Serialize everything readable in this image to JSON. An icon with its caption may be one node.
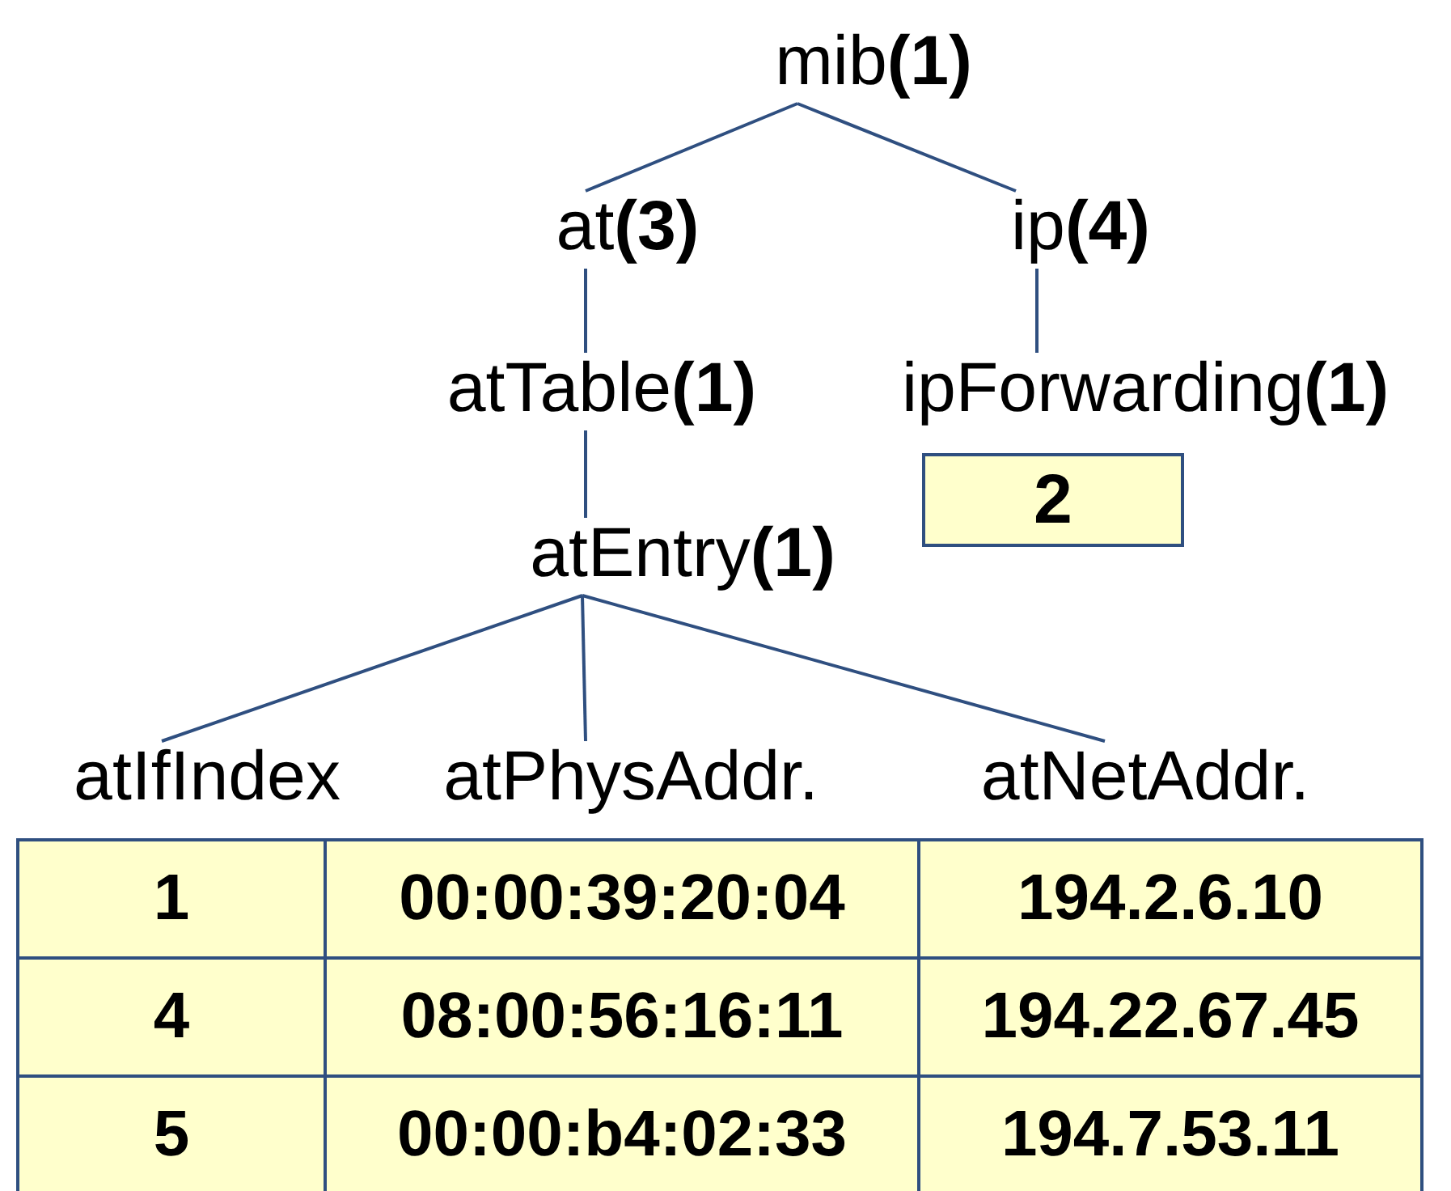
{
  "diagram": {
    "nodes": [
      {
        "text": [
          "mib**(1)**"
        ]
      },
      {
        "text": [
          "at**(3)**"
        ]
      },
      {
        "text": [
          "ip**(4)**"
        ]
      },
      {
        "text": [
          "atTable**(1)**"
        ]
      },
      {
        "text": [
          "ipForwarding**(1)**"
        ]
      },
      {
        "text": [
          "2"
        ]
      },
      {
        "text": [
          "atEntry**(1)**"
        ]
      },
      {
        "text": [
          "atIfIndex"
        ]
      },
      {
        "text": [
          "atPhysAddr."
        ]
      },
      {
        "text": [
          "atNetAddr."
        ]
      }
    ],
    "edges": [
      {
        "from": 0,
        "to": 1,
        "arrow": "none"
      },
      {
        "from": 0,
        "to": 2,
        "arrow": "none"
      },
      {
        "from": 1,
        "to": 3,
        "arrow": "none"
      },
      {
        "from": 2,
        "to": 4,
        "arrow": "none"
      },
      {
        "from": 3,
        "to": 6,
        "arrow": "none"
      },
      {
        "from": 6,
        "to": 7,
        "arrow": "none"
      },
      {
        "from": 6,
        "to": 8,
        "arrow": "none"
      },
      {
        "from": 6,
        "to": 9,
        "arrow": "none"
      }
    ],
    "labels": [
      "1",
      "00:00:39:20:04",
      "194.2.6.10",
      "4",
      "08:00:56:16:11",
      "194.22.67.45",
      "5",
      "00:00:b4:02:33",
      "194.7.53.11"
    ]
  }
}
